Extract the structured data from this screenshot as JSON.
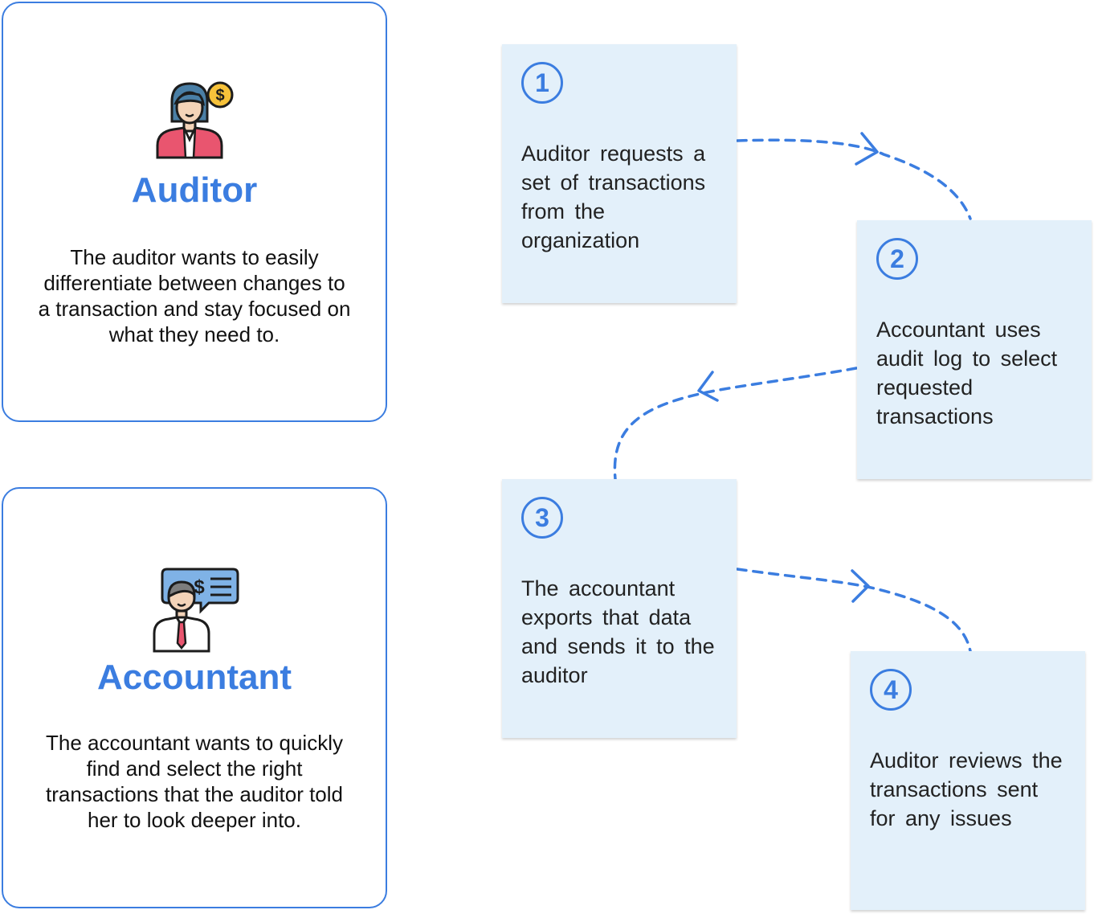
{
  "personas": [
    {
      "title": "Auditor",
      "description": "The auditor wants to easily differentiate between changes to a transaction and stay focused on what they need to.",
      "icon": "auditor-icon"
    },
    {
      "title": "Accountant",
      "description": "The accountant wants to quickly find and select the right transactions that the auditor told her to look deeper into.",
      "icon": "accountant-icon"
    }
  ],
  "steps": [
    {
      "number": "1",
      "text": "Auditor requests a set of transactions from the organization"
    },
    {
      "number": "2",
      "text": "Accountant uses audit log to select requested transactions"
    },
    {
      "number": "3",
      "text": "The accountant exports that data and sends it to the auditor"
    },
    {
      "number": "4",
      "text": "Auditor reviews the transactions sent for any issues"
    }
  ],
  "colors": {
    "accent": "#3b7de0",
    "step_background": "#e3f0fa",
    "text": "#222222"
  }
}
